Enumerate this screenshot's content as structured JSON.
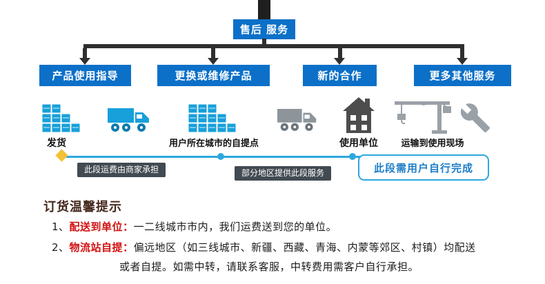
{
  "colors": {
    "primary_blue": "#0c70c8",
    "timeline_blue": "#2da7df",
    "badge_dark": "#424a52",
    "connector_dark": "#2f2f2f",
    "highlight_red": "#d21010",
    "marker_yellow": "#f2c238",
    "icon_blue": "#18a0da",
    "icon_gray": "#8d959b",
    "house_gray": "#4d4d4d"
  },
  "flowchart": {
    "root_label": "售后 服务",
    "branches": [
      {
        "label": "产品使用指导"
      },
      {
        "label": "更换或维修产品"
      },
      {
        "label": "新的合作"
      },
      {
        "label": "更多其他服务"
      }
    ]
  },
  "logistics": {
    "stations": [
      {
        "label": "发货",
        "icon": "cargo-boxes-icon"
      },
      {
        "label": "用户所在城市的自提点",
        "icon": "cargo-boxes-icon"
      },
      {
        "label": "使用单位",
        "icon": "building-icon"
      },
      {
        "label": "运输到使用现场",
        "icon": "crane-icon"
      }
    ],
    "extra_icons": [
      {
        "icon": "truck-icon-blue"
      },
      {
        "icon": "truck-icon-gray"
      },
      {
        "icon": "wrench-icon"
      }
    ],
    "segments": [
      {
        "label": "此段运费由商家承担",
        "style": "dark"
      },
      {
        "label": "部分地区提供此段服务",
        "style": "dark"
      },
      {
        "label": "此段需用户自行完成",
        "style": "outline"
      }
    ]
  },
  "tips": {
    "title": "订货温馨提示",
    "items": [
      {
        "num": "1、",
        "term": "配送到单位：",
        "desc": "一二线城市市内，我们运费送到您的单位。"
      },
      {
        "num": "2、",
        "term": "物流站自提：",
        "desc": "偏远地区（如三线城市、新疆、西藏、青海、内蒙等郊区、村镇）均配送",
        "desc2": "或者自提。如需中转，请联系客服，中转费用需客户自行承担。"
      }
    ]
  }
}
